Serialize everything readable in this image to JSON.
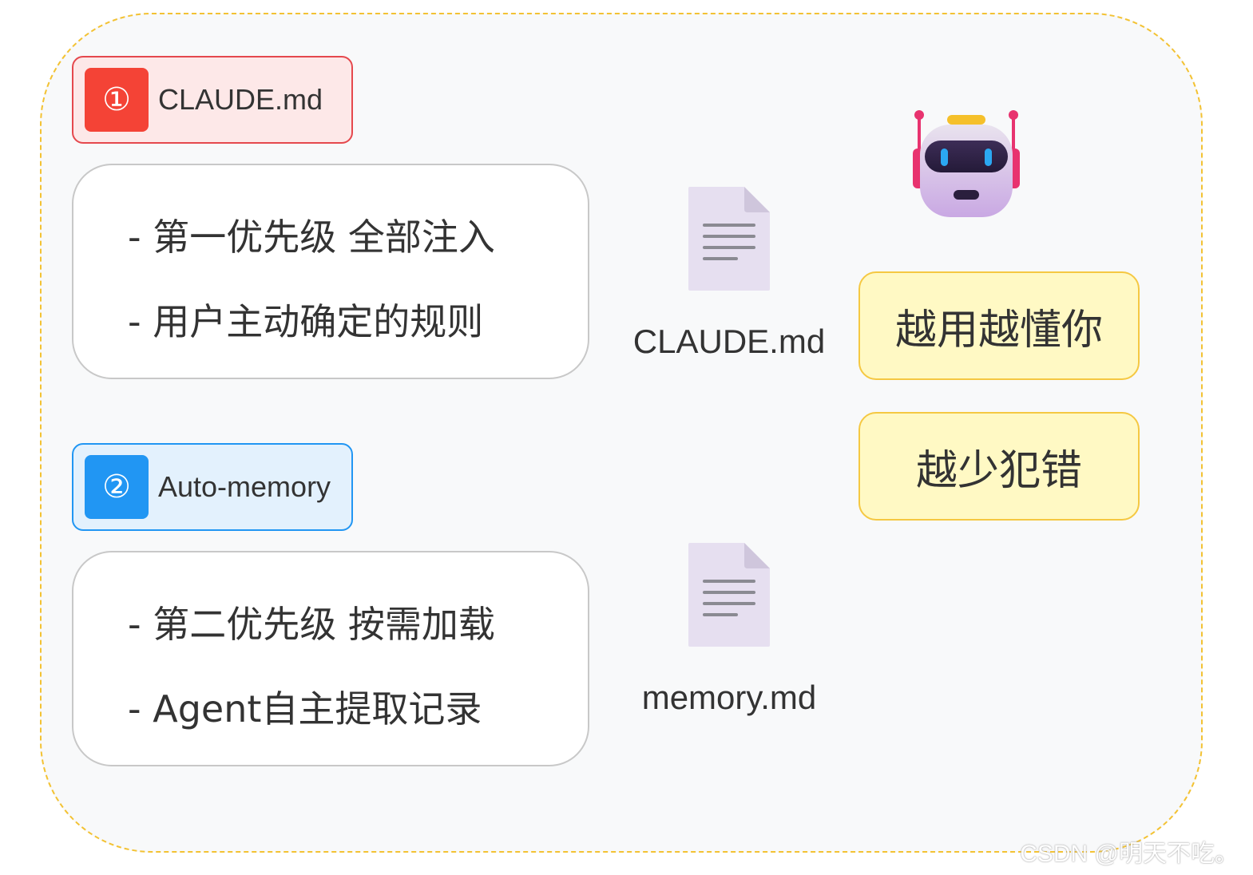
{
  "layers": [
    {
      "number": "①",
      "name": "CLAUDE.md",
      "lines": [
        "- 第一优先级 全部注入",
        "- 用户主动确定的规则"
      ],
      "file": "CLAUDE.md",
      "colors": {
        "badge": "#f44336",
        "background": "#fde8e8",
        "border": "#e5484d"
      }
    },
    {
      "number": "②",
      "name": "Auto-memory",
      "lines": [
        "- 第二优先级 按需加载",
        "- Agent自主提取记录"
      ],
      "file": "memory.md",
      "colors": {
        "badge": "#2196f3",
        "background": "#e3f1fd",
        "border": "#2196f3"
      }
    }
  ],
  "outcomes": [
    "越用越懂你",
    "越少犯错"
  ],
  "icons": {
    "file": "document-icon",
    "agent": "robot-icon"
  },
  "colors": {
    "container_border": "#f3c233",
    "container_background": "#f8f9fa",
    "outcome_background": "#fff9c4",
    "outcome_border": "#f5c842",
    "text": "#333333"
  },
  "watermark": "CSDN @明天不吃。"
}
